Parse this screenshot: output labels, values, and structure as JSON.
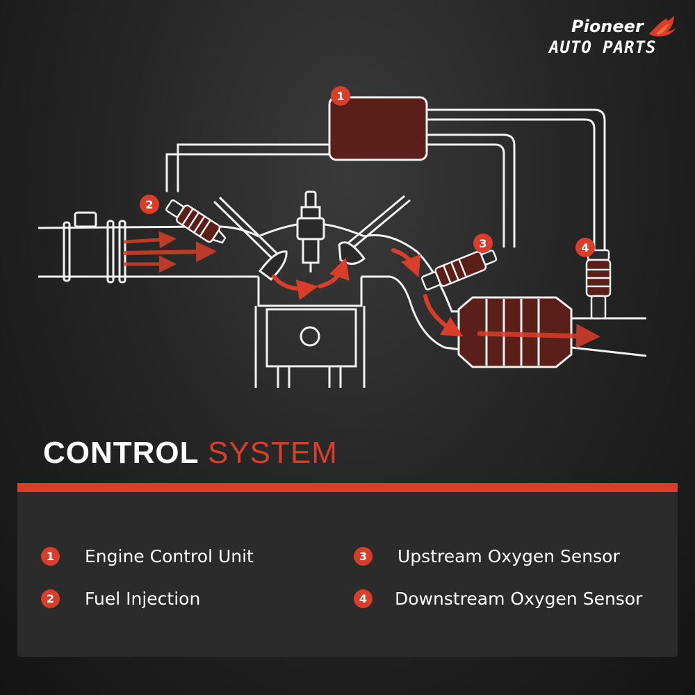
{
  "brand": {
    "line1": "Pioneer",
    "line2": "AUTO PARTS"
  },
  "title": {
    "bold": "CONTROL",
    "light": "SYSTEM"
  },
  "diagram_markers": [
    "1",
    "2",
    "3",
    "4"
  ],
  "legend": [
    {
      "number": "1",
      "label": "Engine Control Unit"
    },
    {
      "number": "2",
      "label": "Fuel Injection"
    },
    {
      "number": "3",
      "label": "Upstream Oxygen Sensor"
    },
    {
      "number": "4",
      "label": "Downstream Oxygen Sensor"
    }
  ],
  "colors": {
    "accent": "#d83e2a",
    "component_fill": "#5a1f18",
    "line": "#f2f2f2",
    "background": "#1c1c1c",
    "panel": "#2b2b2b"
  }
}
